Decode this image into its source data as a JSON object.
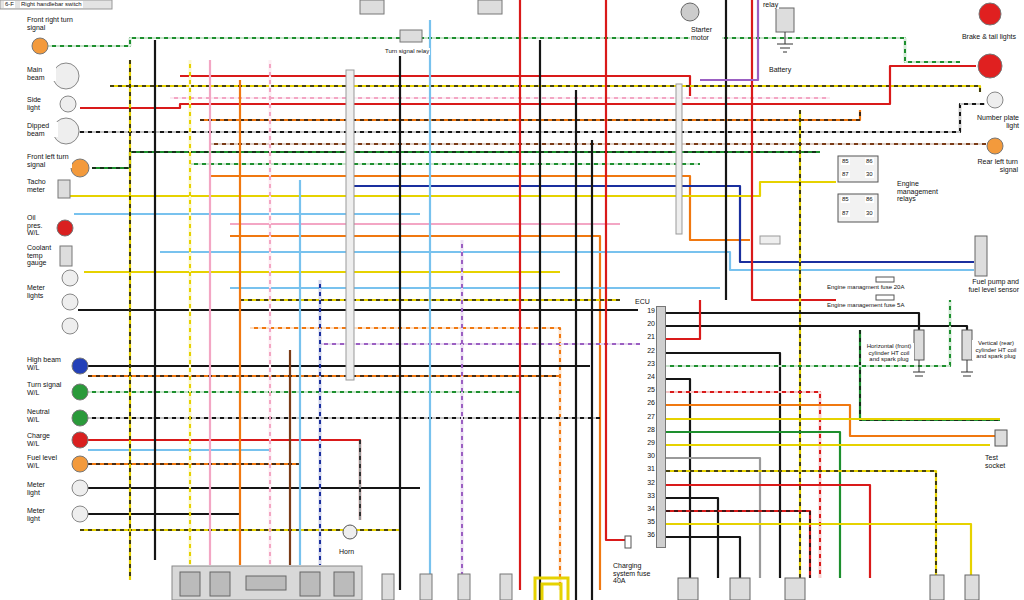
{
  "diagram": {
    "nodes": [
      {
        "text": [
          "ECU"
        ]
      }
    ],
    "labels": [
      "6-F",
      "Right handlebar switch",
      "Front right turn signal",
      "Main beam",
      "Side light",
      "Dipped beam",
      "Front left turn signal",
      "Tacho meter",
      "Oil pres. W/L",
      "Coolant temp gauge",
      "Meter lights",
      "High beam W/L",
      "Turn signal W/L",
      "Neutral W/L",
      "Charge W/L",
      "Fuel level W/L",
      "Meter light",
      "Meter light",
      "Turn signal relay",
      "Starter motor",
      "relay",
      "Battery",
      "Horn",
      "Brake & tail lights",
      "Number plate light",
      "Rear left turn signal",
      "85",
      "86",
      "87",
      "30",
      "85",
      "86",
      "87",
      "30",
      "Engine management relays",
      "Fuel pump and fuel level sensor",
      "Engine managment fuse 20A",
      "Engine management fuse 5A",
      "Horizontal (front) cylinder HT coil and spark plug",
      "Vertical (rear) cylinder HT coil and spark plug",
      "Test socket",
      "19",
      "20",
      "21",
      "22",
      "23",
      "24",
      "25",
      "26",
      "27",
      "28",
      "29",
      "30",
      "31",
      "32",
      "33",
      "34",
      "35",
      "36",
      "Charging system fuse 40A"
    ]
  }
}
